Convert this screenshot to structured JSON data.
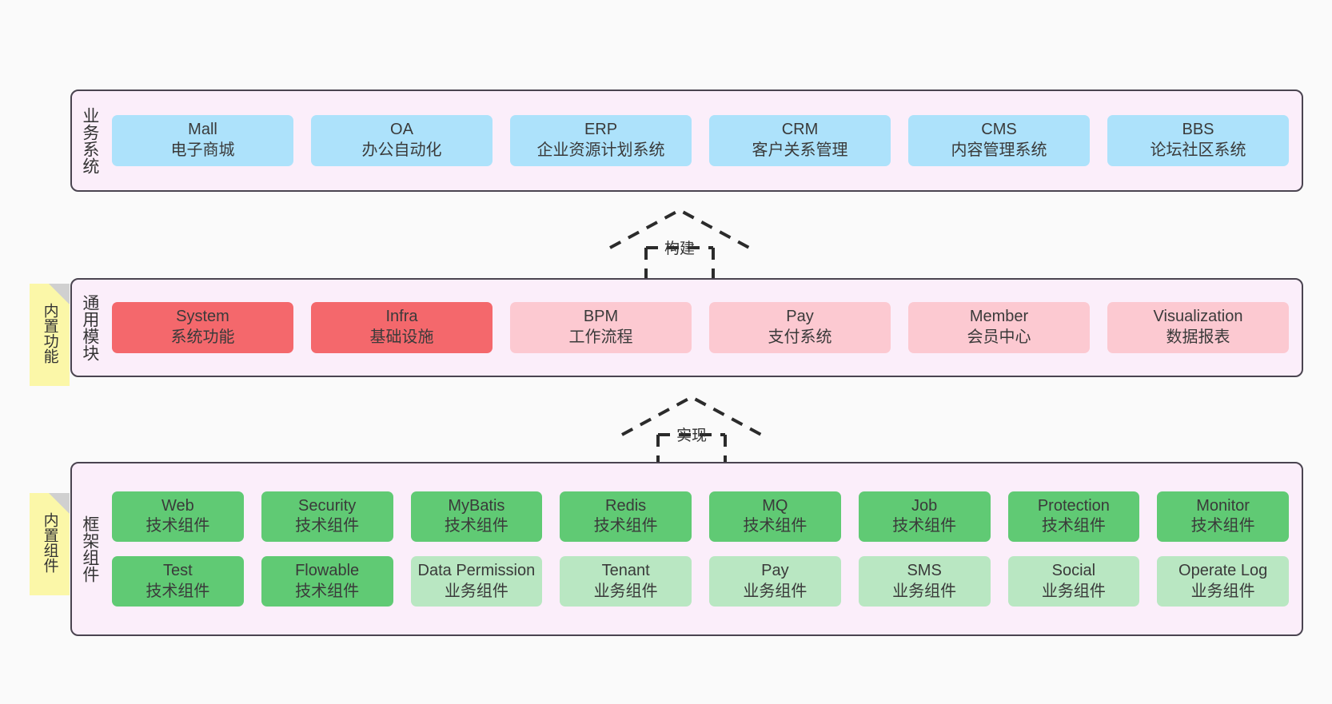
{
  "diagram": {
    "title": "系统架构分层图",
    "colors": {
      "band_bg": "#fbeefa",
      "band_border": "#4a4450",
      "blue": "#ade2fb",
      "red": "#f4686c",
      "pink": "#fcc9d1",
      "green": "#60ca74",
      "green_light": "#b9e7c2",
      "note_bg": "#fbf7a8",
      "note_fold": "#d0d0d0",
      "page_bg": "#fafafa"
    }
  },
  "layers": [
    {
      "id": "business",
      "title": "业务系统",
      "rows": [
        [
          {
            "name": "Mall",
            "desc": "电子商城",
            "color": "blue"
          },
          {
            "name": "OA",
            "desc": "办公自动化",
            "color": "blue"
          },
          {
            "name": "ERP",
            "desc": "企业资源计划系统",
            "color": "blue"
          },
          {
            "name": "CRM",
            "desc": "客户关系管理",
            "color": "blue"
          },
          {
            "name": "CMS",
            "desc": "内容管理系统",
            "color": "blue"
          },
          {
            "name": "BBS",
            "desc": "论坛社区系统",
            "color": "blue"
          }
        ]
      ]
    },
    {
      "id": "common",
      "title": "通用模块",
      "note": "内置功能",
      "rows": [
        [
          {
            "name": "System",
            "desc": "系统功能",
            "color": "red"
          },
          {
            "name": "Infra",
            "desc": "基础设施",
            "color": "red"
          },
          {
            "name": "BPM",
            "desc": "工作流程",
            "color": "pink"
          },
          {
            "name": "Pay",
            "desc": "支付系统",
            "color": "pink"
          },
          {
            "name": "Member",
            "desc": "会员中心",
            "color": "pink"
          },
          {
            "name": "Visualization",
            "desc": "数据报表",
            "color": "pink"
          }
        ]
      ]
    },
    {
      "id": "framework",
      "title": "框架组件",
      "note": "内置组件",
      "rows": [
        [
          {
            "name": "Web",
            "desc": "技术组件",
            "color": "green"
          },
          {
            "name": "Security",
            "desc": "技术组件",
            "color": "green"
          },
          {
            "name": "MyBatis",
            "desc": "技术组件",
            "color": "green"
          },
          {
            "name": "Redis",
            "desc": "技术组件",
            "color": "green"
          },
          {
            "name": "MQ",
            "desc": "技术组件",
            "color": "green"
          },
          {
            "name": "Job",
            "desc": "技术组件",
            "color": "green"
          },
          {
            "name": "Protection",
            "desc": "技术组件",
            "color": "green"
          },
          {
            "name": "Monitor",
            "desc": "技术组件",
            "color": "green"
          }
        ],
        [
          {
            "name": "Test",
            "desc": "技术组件",
            "color": "green"
          },
          {
            "name": "Flowable",
            "desc": "技术组件",
            "color": "green"
          },
          {
            "name": "Data Permission",
            "desc": "业务组件",
            "color": "green-light"
          },
          {
            "name": "Tenant",
            "desc": "业务组件",
            "color": "green-light"
          },
          {
            "name": "Pay",
            "desc": "业务组件",
            "color": "green-light"
          },
          {
            "name": "SMS",
            "desc": "业务组件",
            "color": "green-light"
          },
          {
            "name": "Social",
            "desc": "业务组件",
            "color": "green-light"
          },
          {
            "name": "Operate Log",
            "desc": "业务组件",
            "color": "green-light"
          }
        ]
      ]
    }
  ],
  "connectors": [
    {
      "id": "build",
      "label": "构建",
      "from": "common",
      "to": "business"
    },
    {
      "id": "implement",
      "label": "实现",
      "from": "framework",
      "to": "common"
    }
  ]
}
